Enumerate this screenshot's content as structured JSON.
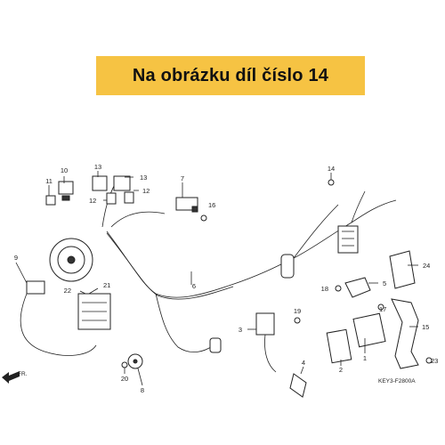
{
  "banner": {
    "text": "Na obrázku díl číslo 14",
    "color": "#f6c343"
  },
  "diagram_code": "KEY3-F2800A",
  "direction_label": "FR.",
  "callouts": [
    "1",
    "2",
    "3",
    "4",
    "5",
    "6",
    "7",
    "8",
    "9",
    "10",
    "11",
    "12",
    "12",
    "13",
    "13",
    "14",
    "15",
    "16",
    "17",
    "18",
    "19",
    "20",
    "21",
    "22",
    "23",
    "24"
  ],
  "icons": [
    "direction-arrow-icon"
  ]
}
